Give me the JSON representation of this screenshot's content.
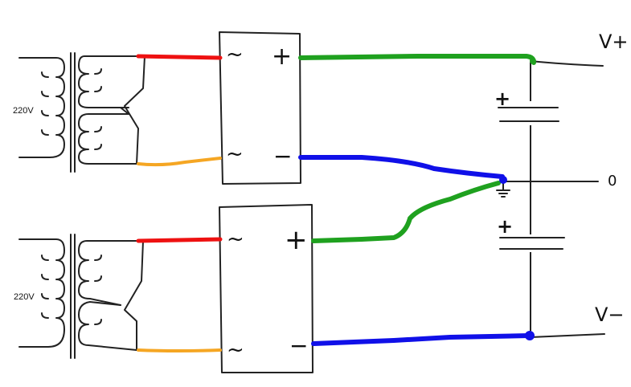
{
  "transformers": [
    {
      "input_label": "220V"
    },
    {
      "input_label": "220V"
    }
  ],
  "rectifiers": [
    {
      "ac_top": "~",
      "ac_bottom": "~",
      "dc_pos": "+",
      "dc_neg": "−"
    },
    {
      "ac_top": "~",
      "ac_bottom": "~",
      "dc_pos": "+",
      "dc_neg": "−"
    }
  ],
  "capacitors": [
    {
      "polarity": "+"
    },
    {
      "polarity": "+"
    }
  ],
  "outputs": {
    "positive": "V+",
    "ground": "0",
    "negative": "V−"
  },
  "wire_colors": {
    "ac_top": "#ee1111",
    "ac_bottom": "#f5a623",
    "dc_pos": "#1fa11f",
    "dc_neg": "#1010e8",
    "ink": "#222222"
  }
}
